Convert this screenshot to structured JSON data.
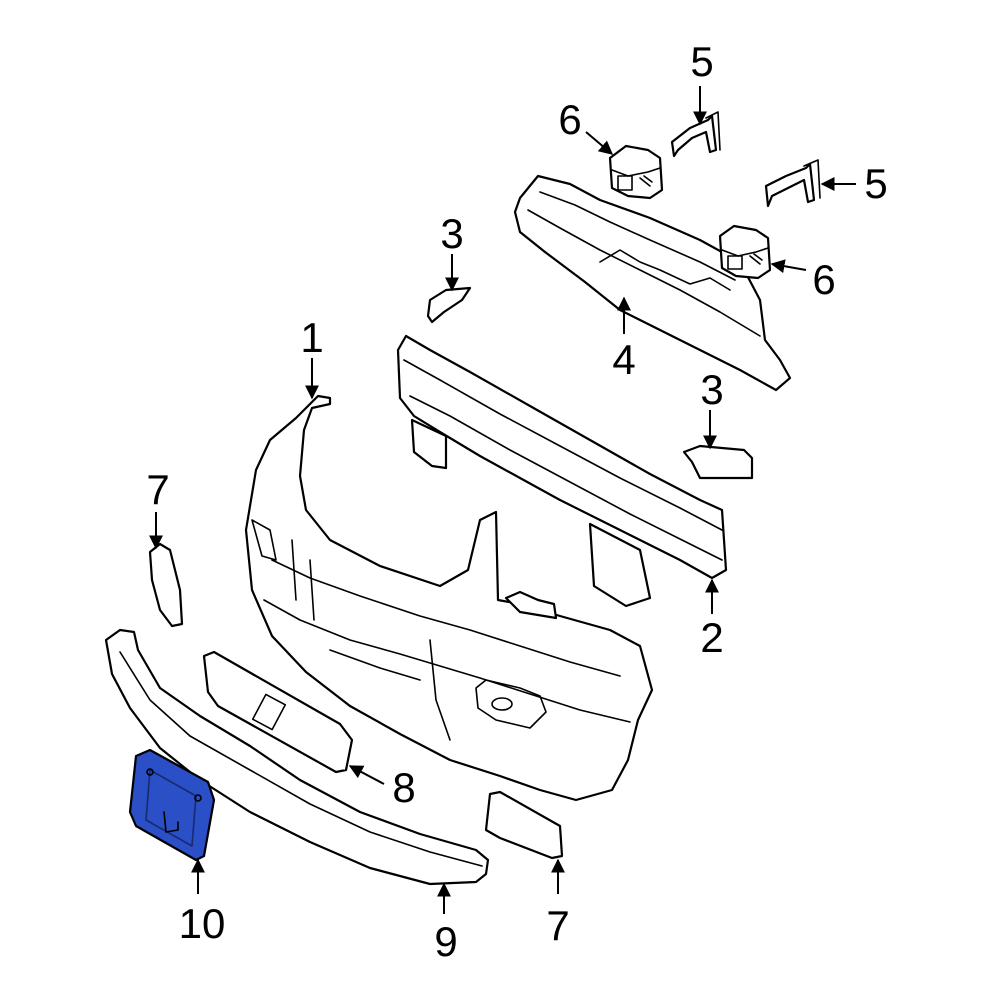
{
  "diagram": {
    "highlight_color": "#2b4fc7",
    "highlighted_part": "10",
    "callouts": [
      {
        "id": "c1",
        "label": "1"
      },
      {
        "id": "c2",
        "label": "2"
      },
      {
        "id": "c3a",
        "label": "3"
      },
      {
        "id": "c3b",
        "label": "3"
      },
      {
        "id": "c4",
        "label": "4"
      },
      {
        "id": "c5a",
        "label": "5"
      },
      {
        "id": "c5b",
        "label": "5"
      },
      {
        "id": "c6a",
        "label": "6"
      },
      {
        "id": "c6b",
        "label": "6"
      },
      {
        "id": "c7a",
        "label": "7"
      },
      {
        "id": "c7b",
        "label": "7"
      },
      {
        "id": "c8",
        "label": "8"
      },
      {
        "id": "c9",
        "label": "9"
      },
      {
        "id": "c10",
        "label": "10"
      }
    ]
  }
}
